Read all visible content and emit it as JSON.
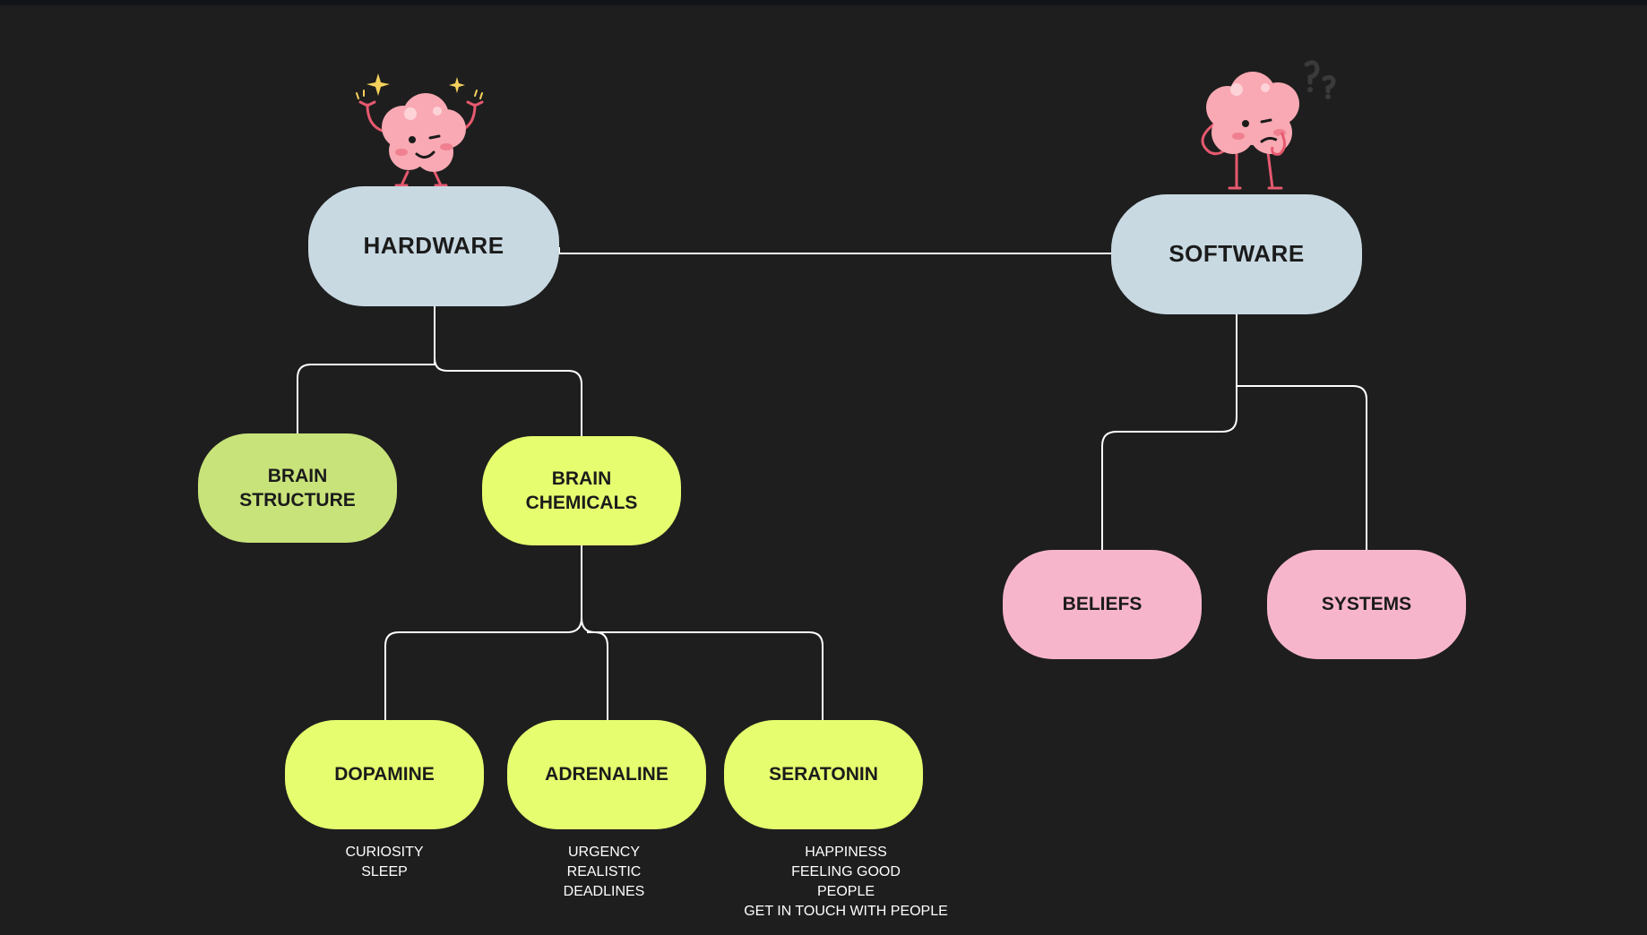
{
  "diagram": {
    "nodes": {
      "hardware": "HARDWARE",
      "software": "SOFTWARE",
      "brain_structure": "BRAIN\nSTRUCTURE",
      "brain_chemicals": "BRAIN\nCHEMICALS",
      "dopamine": "DOPAMINE",
      "adrenaline": "ADRENALINE",
      "seratonin": "SERATONIN",
      "beliefs": "BELIEFS",
      "systems": "SYSTEMS"
    },
    "notes": {
      "dopamine": "CURIOSITY\nSLEEP",
      "adrenaline": "URGENCY\nREALISTIC\nDEADLINES",
      "seratonin": "HAPPINESS\nFEELING GOOD\nPEOPLE\nGET IN TOUCH WITH PEOPLE"
    },
    "mascots": {
      "hardware": "flexing-brain-icon",
      "software": "thinking-brain-icon"
    }
  },
  "colors": {
    "background": "#1e1e1e",
    "hardware_software": "#c8d9e2",
    "brain_structure": "#c8e37a",
    "chemicals": "#e6fd6f",
    "software_children": "#f7b5cb",
    "connector": "#ffffff"
  }
}
